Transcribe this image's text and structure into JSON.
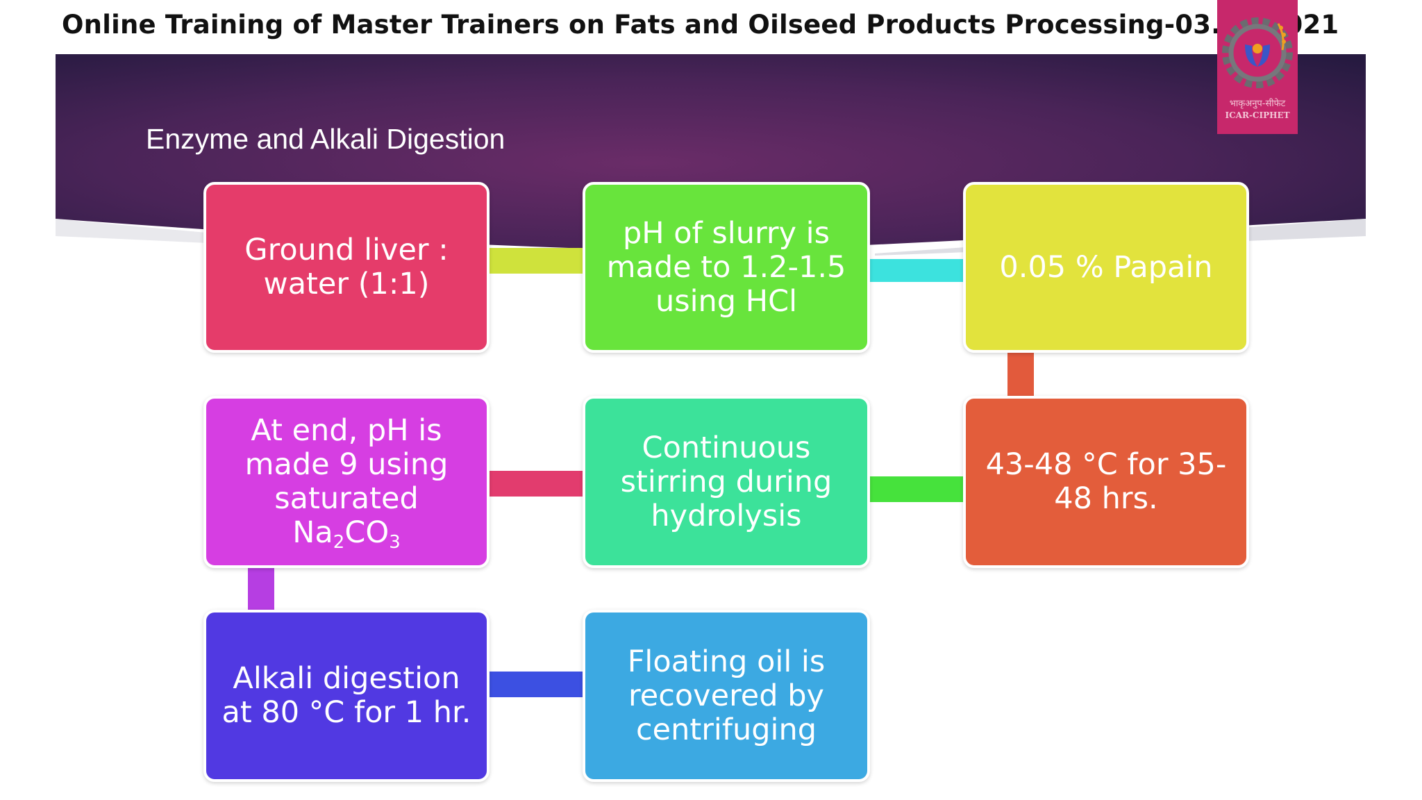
{
  "header": {
    "title": "Online Training of Master Trainers on Fats and Oilseed Products Processing-03.07.2021"
  },
  "slide": {
    "heading": "Enzyme and Alkali Digestion"
  },
  "logo": {
    "hindi_text": "भाकृअनुप-सीफेट",
    "english_text": "ICAR-CIPHET"
  },
  "flow": {
    "boxes": [
      {
        "id": "ground-liver",
        "label": "Ground liver :\nwater  (1:1)",
        "color": "#e53c6a"
      },
      {
        "id": "ph-slurry",
        "label": "pH of slurry is\nmade to 1.2-1.5\nusing HCl",
        "color": "#68e43c"
      },
      {
        "id": "papain",
        "label": "0.05 % Papain",
        "color": "#e2e33d"
      },
      {
        "id": "temperature",
        "label": "43-48 °C for 35-\n48 hrs.",
        "color": "#e35d3b"
      },
      {
        "id": "stirring",
        "label": "Continuous\nstirring during\nhydrolysis",
        "color": "#3ce29a"
      },
      {
        "id": "ph-end",
        "label_main": "At end, pH is\nmade 9 using\nsaturated\n",
        "formula_prefix": "Na",
        "formula_sub1": "2",
        "formula_mid": "CO",
        "formula_sub2": "3",
        "color": "#d63ee2"
      },
      {
        "id": "alkali",
        "label": "Alkali digestion\nat 80 °C for 1 hr.",
        "color": "#5139e2"
      },
      {
        "id": "floating-oil",
        "label": "Floating oil is\nrecovered by\ncentrifuging",
        "color": "#3ca9e2"
      }
    ],
    "connector_colors": {
      "c1": "#cfe23c",
      "c2": "#3ce2de",
      "c3": "#e25a3c",
      "c4": "#46e23c",
      "c5": "#e23c6e",
      "c6": "#b63ee2",
      "c7": "#3c50e2"
    }
  },
  "colors": {
    "banner_dark": "#2e1a45",
    "banner_mid": "#6a2c68",
    "logo_bg": "#c7286b"
  }
}
